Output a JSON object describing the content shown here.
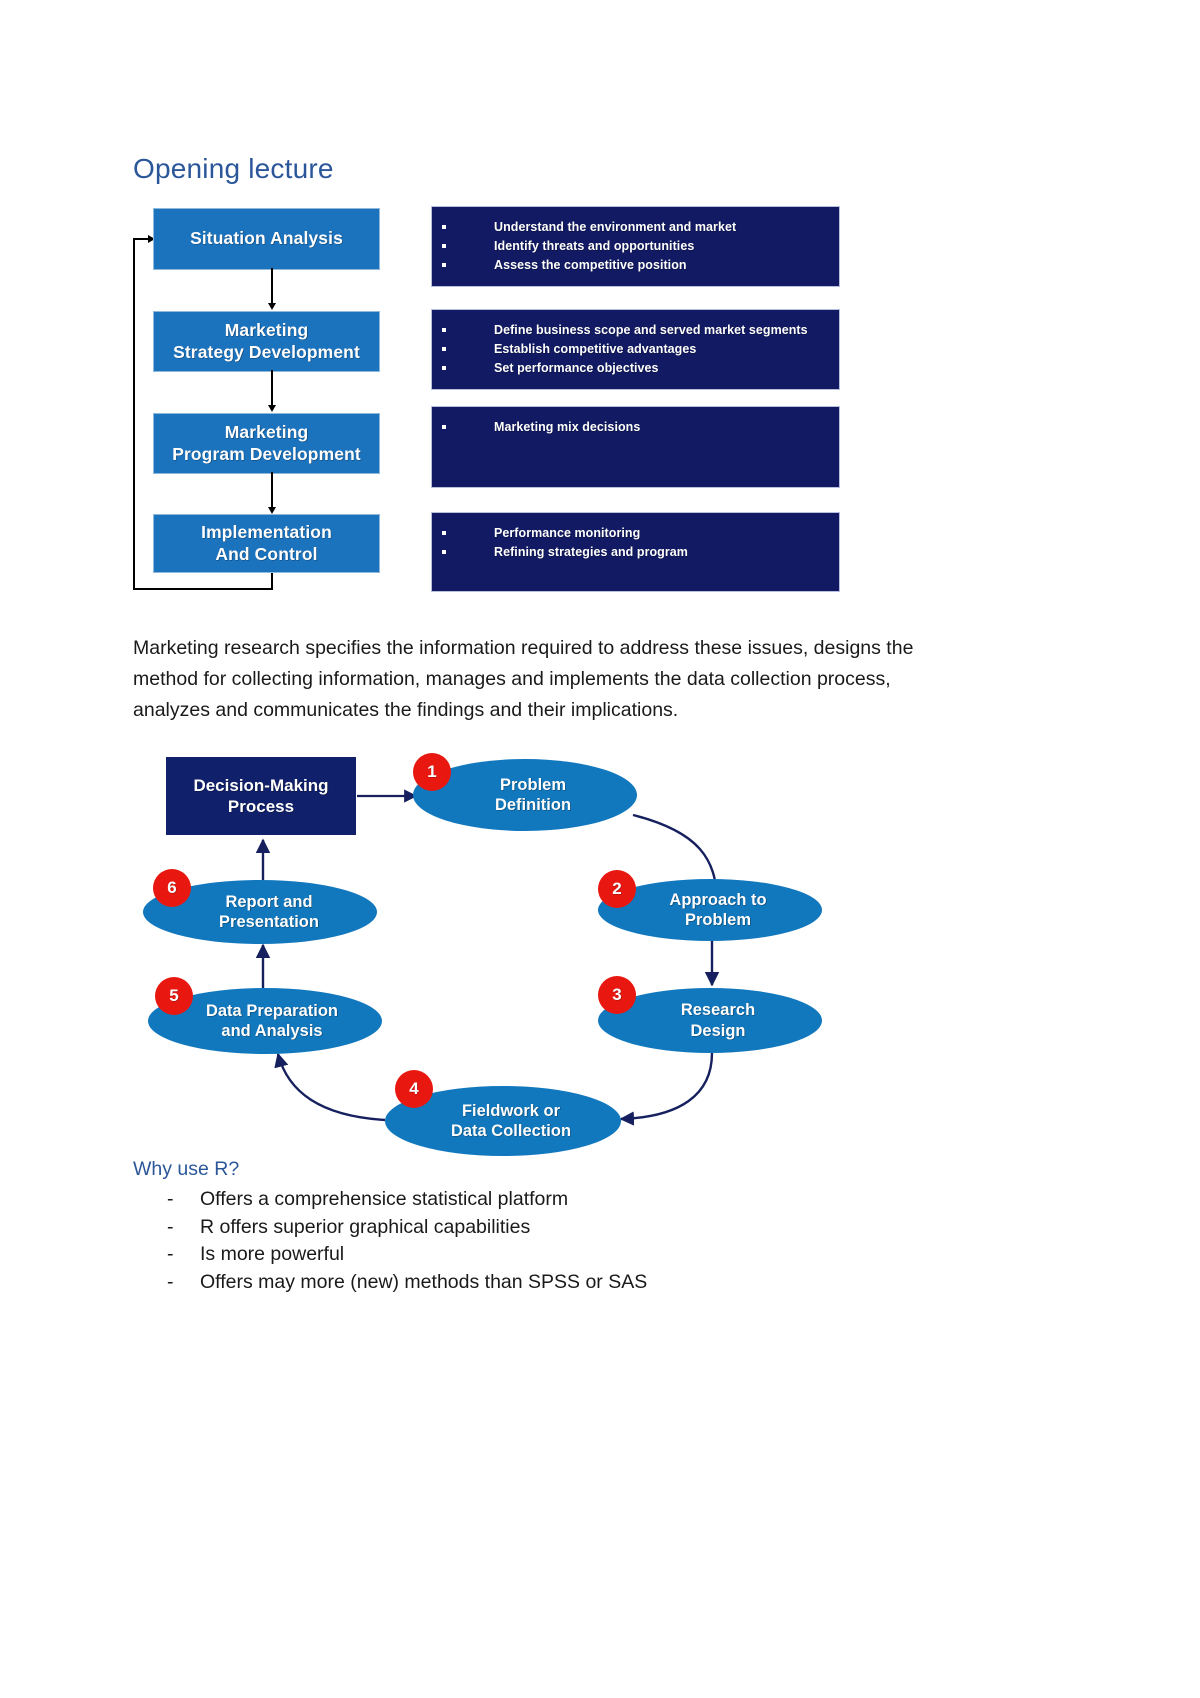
{
  "document": {
    "title": "Opening lecture"
  },
  "marketing_process": {
    "steps": [
      {
        "label_lines": [
          "Situation Analysis"
        ],
        "bullets": [
          "Understand the environment and market",
          "Identify threats and opportunities",
          "Assess the competitive position"
        ]
      },
      {
        "label_lines": [
          "Marketing",
          "Strategy Development"
        ],
        "bullets": [
          "Define business scope and served market segments",
          "Establish competitive advantages",
          "Set performance objectives"
        ]
      },
      {
        "label_lines": [
          "Marketing",
          "Program Development"
        ],
        "bullets": [
          "Marketing mix decisions"
        ]
      },
      {
        "label_lines": [
          "Implementation",
          "And Control"
        ],
        "bullets": [
          "Performance monitoring",
          "Refining strategies and program"
        ]
      }
    ]
  },
  "paragraph": {
    "text": "Marketing research specifies the information required to address these issues, designs the method for collecting information, manages and implements the data collection process, analyzes and communicates the findings and their implications."
  },
  "research_process": {
    "center_box": {
      "line1": "Decision-Making",
      "line2": "Process"
    },
    "nodes": [
      {
        "number": "1",
        "line1": "Problem",
        "line2": "Definition"
      },
      {
        "number": "2",
        "line1": "Approach to",
        "line2": "Problem"
      },
      {
        "number": "3",
        "line1": "Research",
        "line2": "Design"
      },
      {
        "number": "4",
        "line1": "Fieldwork or",
        "line2": "Data Collection"
      },
      {
        "number": "5",
        "line1": "Data Preparation",
        "line2": "and Analysis"
      },
      {
        "number": "6",
        "line1": "Report and",
        "line2": "Presentation"
      }
    ]
  },
  "why_use_r": {
    "heading": "Why use R?",
    "items": [
      "Offers a comprehensice statistical platform",
      "R offers superior graphical capabilities",
      "Is more powerful",
      "Offers may more (new) methods than SPSS or SAS"
    ]
  },
  "colors": {
    "title_blue": "#2B579A",
    "box_blue": "#1B72BD",
    "detail_navy": "#111A63",
    "node_blue": "#1278BE",
    "badge_red": "#E8170F"
  }
}
